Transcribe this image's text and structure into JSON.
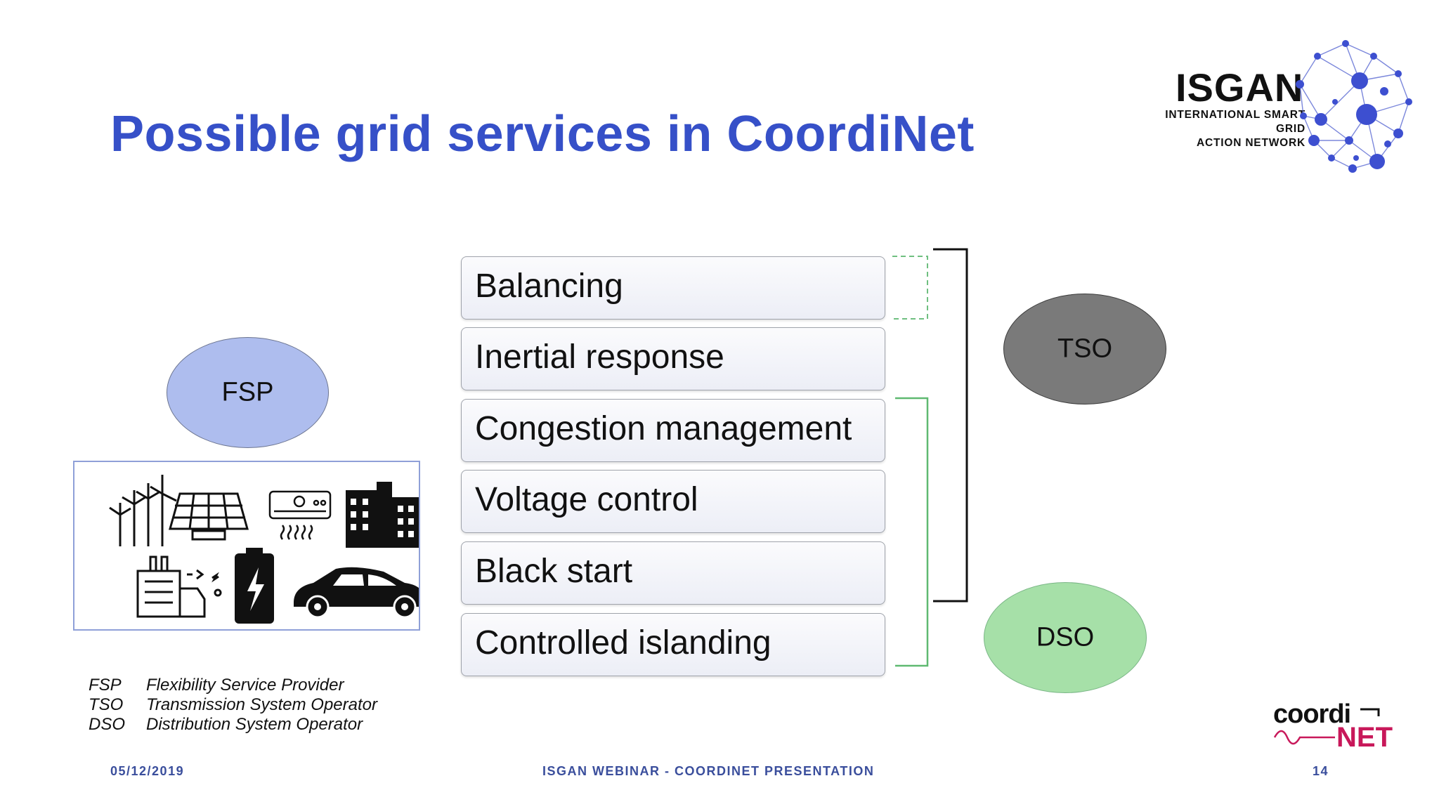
{
  "title": "Possible grid services in CoordiNet",
  "isgan": {
    "name": "ISGAN",
    "subtitle_line1": "INTERNATIONAL SMART GRID",
    "subtitle_line2": "ACTION NETWORK"
  },
  "services": [
    "Balancing",
    "Inertial response",
    "Congestion management",
    "Voltage control",
    "Black start",
    "Controlled islanding"
  ],
  "actors": {
    "fsp": "FSP",
    "tso": "TSO",
    "dso": "DSO"
  },
  "legend": [
    {
      "abbr": "FSP",
      "full": "Flexibility Service Provider"
    },
    {
      "abbr": "TSO",
      "full": "Transmission System Operator"
    },
    {
      "abbr": "DSO",
      "full": "Distribution System Operator"
    }
  ],
  "footer": {
    "date": "05/12/2019",
    "center": "ISGAN WEBINAR - COORDINET PRESENTATION",
    "page": "14"
  },
  "coordinet_logo": {
    "top": "coordi",
    "bottom": "NET"
  },
  "colors": {
    "title": "#3650c8",
    "fsp_fill": "#aebdee",
    "tso_fill": "#7a7a7a",
    "dso_fill": "#a6e0a8",
    "dso_bracket": "#5fb971",
    "coordinet_accent": "#c8185a"
  }
}
